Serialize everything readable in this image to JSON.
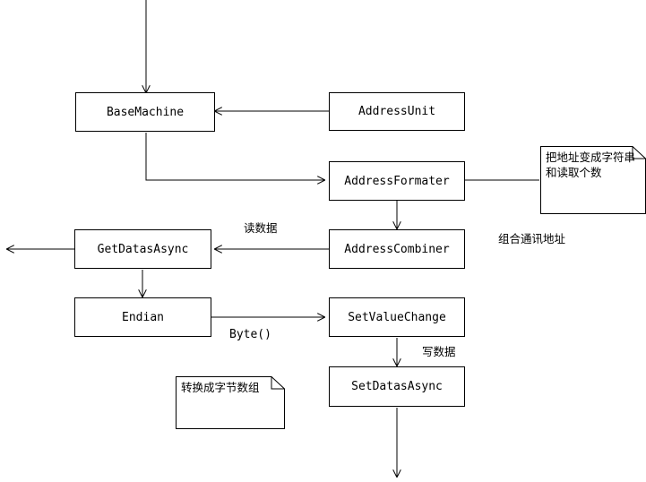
{
  "diagram": {
    "title": "Communication flow diagram",
    "stroke_color": "#000000",
    "background_color": "#ffffff",
    "nodes": [
      {
        "id": "base_machine",
        "label": "BaseMachine"
      },
      {
        "id": "address_unit",
        "label": "AddressUnit"
      },
      {
        "id": "address_formater",
        "label": "AddressFormater"
      },
      {
        "id": "address_combiner",
        "label": "AddressCombiner"
      },
      {
        "id": "get_datas_async",
        "label": "GetDatasAsync"
      },
      {
        "id": "endian",
        "label": "Endian"
      },
      {
        "id": "set_value_change",
        "label": "SetValueChange"
      },
      {
        "id": "set_datas_async",
        "label": "SetDatasAsync"
      }
    ],
    "notes": [
      {
        "id": "note_address",
        "text": "把地址变成字符串和读取个数"
      },
      {
        "id": "note_bytes",
        "text": "转换成字节数组"
      }
    ],
    "edge_labels": [
      {
        "id": "label_read_data",
        "text": "读数据"
      },
      {
        "id": "label_combine_addr",
        "text": "组合通讯地址"
      },
      {
        "id": "label_byte",
        "text": "Byte()"
      },
      {
        "id": "label_write_data",
        "text": "写数据"
      }
    ]
  }
}
